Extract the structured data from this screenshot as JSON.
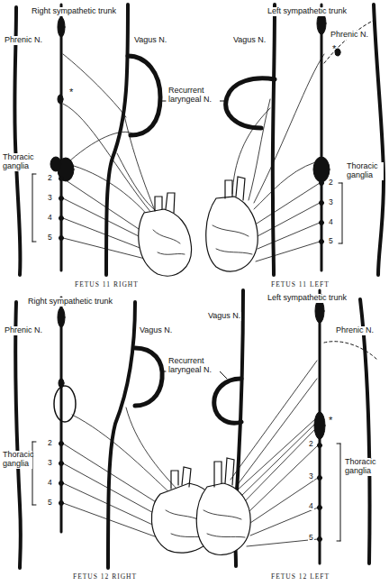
{
  "diagram": {
    "labels": [
      "Right sympathetic trunk",
      "Phrenic N.",
      "Vagus N.",
      "*",
      "Thoracic ganglia",
      "2",
      "3",
      "4",
      "5",
      "FETUS 11 RIGHT",
      "Recurrent laryngeal N.",
      "Left sympathetic trunk",
      "Vagus N.",
      "Phrenic N.",
      "*",
      "Thoracic ganglia",
      "2",
      "3",
      "4",
      "5",
      "FETUS 11 LEFT",
      "Right sympathetic trunk",
      "Phrenic N.",
      "Vagus N.",
      "Thoracic ganglia",
      "2",
      "3",
      "4",
      "5",
      "FETUS 12 RIGHT",
      "Recurrent laryngeal N.",
      "Vagus N.",
      "Left sympathetic trunk",
      "Phrenic N.",
      "*",
      "Thoracic ganglia",
      "2",
      "3",
      "4",
      "5",
      "FETUS 12 LEFT"
    ]
  }
}
